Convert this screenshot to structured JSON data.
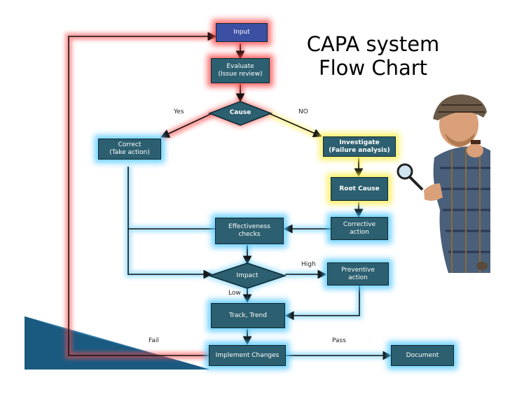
{
  "title": {
    "line1": "CAPA system",
    "line2": "Flow Chart"
  },
  "nodes": {
    "input": "Input",
    "evaluate": {
      "line1": "Evaluate",
      "line2": "(Issue review)"
    },
    "cause": "Cause",
    "correct": {
      "line1": "Correct",
      "line2": "(Take action)"
    },
    "investigate": {
      "line1": "Investigate",
      "line2": "(Failure analysis)"
    },
    "root_cause": "Root Cause",
    "effectiveness": {
      "line1": "Effectiveness",
      "line2": "checks"
    },
    "corrective": {
      "line1": "Corrective",
      "line2": "action"
    },
    "impact": "Impact",
    "preventive": {
      "line1": "Preventive",
      "line2": "action"
    },
    "track": "Track, Trend",
    "implement": "Implement Changes",
    "document": "Document"
  },
  "labels": {
    "yes": "Yes",
    "no": "NO",
    "high": "High",
    "low": "Low",
    "fail": "Fail",
    "pass": "Pass"
  },
  "colors": {
    "node_fill": "#2c5f6f",
    "flow_red": "#ff3c3c",
    "flow_blue": "#50c8ff",
    "flow_yellow": "#faf05a",
    "line": "#111111"
  },
  "illustration": "inspector-with-magnifying-glass"
}
